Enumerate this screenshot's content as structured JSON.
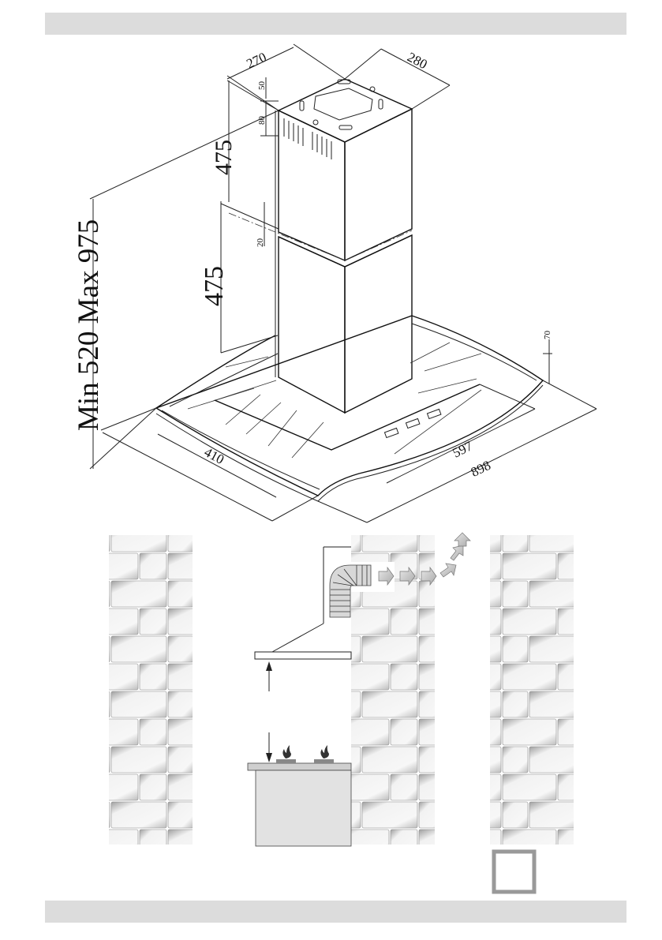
{
  "dimensions": {
    "depth": "270",
    "width_chimney": "280",
    "offset_top": "50",
    "offset_vent": "80",
    "upper_chimney": "475",
    "overlap": "20",
    "lower_chimney": "475",
    "height_range": "Min 520 Max 975",
    "glass_edge": "70",
    "hood_depth": "410",
    "hood_inner": "597",
    "hood_width": "898"
  },
  "colors": {
    "band": "#dcdcdc",
    "brick_light": "#f4f4f4",
    "brick_dark": "#b8b8b8",
    "arrow_fill": "#c8c8c8",
    "page_box": "#999999"
  }
}
